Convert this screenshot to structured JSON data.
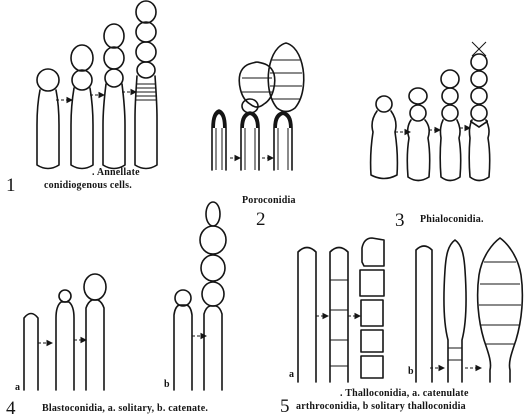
{
  "panel1": {
    "number": "1",
    "caption_line1": ". Annellate",
    "caption_line2": "conidiogenous cells."
  },
  "panel2": {
    "number": "2",
    "caption": "Poroconidia"
  },
  "panel3": {
    "number": "3",
    "caption": "Phialoconidia."
  },
  "panel4": {
    "number": "4",
    "caption": "Blastoconidia, a. solitary, b. catenate.",
    "label_a": "a",
    "label_b": "b"
  },
  "panel5": {
    "number": "5",
    "caption_line1": ". Thalloconidia, a. catenulate",
    "caption_line2": "arthroconidia, b solitary thalloconidia",
    "label_a": "a",
    "label_b": "b"
  }
}
